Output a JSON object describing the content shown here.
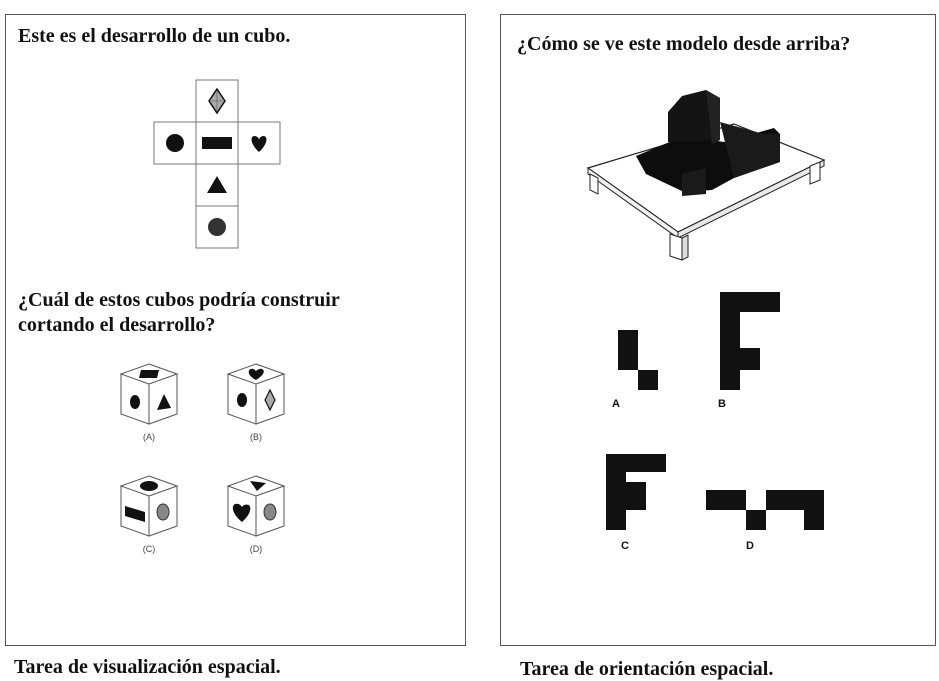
{
  "left_panel": {
    "title": "Este es el desarrollo de un cubo.",
    "question_line1": "¿Cuál de estos cubos podría construir",
    "question_line2": "cortando el desarrollo?",
    "cube_net_faces": [
      "diamond-icon",
      "circle-icon",
      "rectangle-icon",
      "heart-icon",
      "triangle-icon",
      "circle-icon"
    ],
    "options": [
      {
        "label": "(A)",
        "faces": [
          "rectangle-icon",
          "circle-icon",
          "triangle-icon"
        ]
      },
      {
        "label": "(B)",
        "faces": [
          "heart-icon",
          "circle-icon",
          "diamond-icon"
        ]
      },
      {
        "label": "(C)",
        "faces": [
          "circle-icon",
          "rectangle-icon",
          "circle-icon"
        ]
      },
      {
        "label": "(D)",
        "faces": [
          "triangle-icon",
          "heart-icon",
          "circle-icon"
        ]
      }
    ],
    "caption": "Tarea de visualización espacial."
  },
  "right_panel": {
    "title": "¿Cómo se ve este modelo desde arriba?",
    "options": [
      {
        "label": "A"
      },
      {
        "label": "B"
      },
      {
        "label": "C"
      },
      {
        "label": "D"
      }
    ],
    "caption": "Tarea de orientación espacial."
  }
}
